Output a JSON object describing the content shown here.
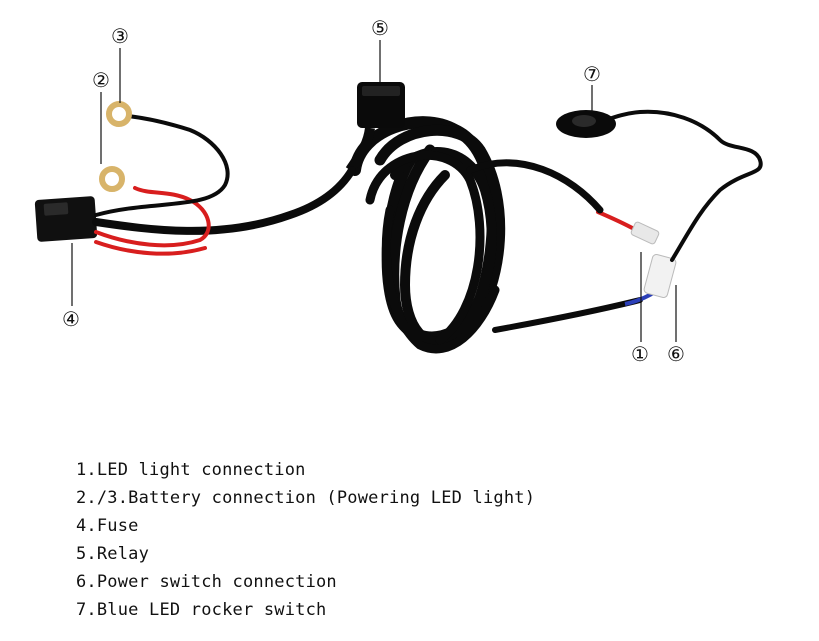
{
  "callouts": {
    "c1": "①",
    "c2": "②",
    "c3": "③",
    "c4": "④",
    "c5": "⑤",
    "c6": "⑥",
    "c7": "⑦"
  },
  "legend": [
    "1.LED light connection",
    "2./3.Battery connection (Powering LED light)",
    "4.Fuse",
    "5.Relay",
    "6.Power switch connection",
    "7.Blue LED rocker switch"
  ],
  "colors": {
    "wire": "#0b0b0b",
    "red_wire": "#d81e1e",
    "blue_wire": "#2b3fb8",
    "ring_terminal": "#d8b46a"
  }
}
